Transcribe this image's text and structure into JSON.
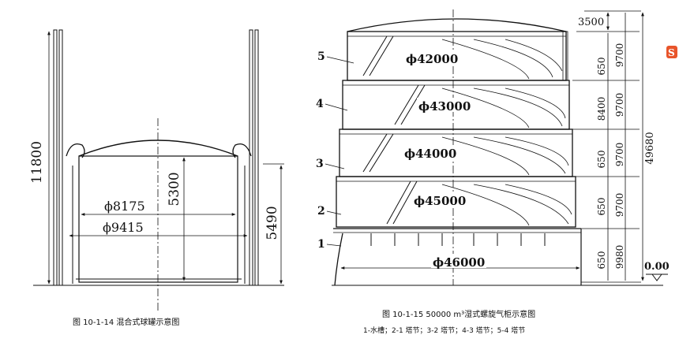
{
  "figure_left": {
    "dims": {
      "height_total": "11800",
      "height_dome": "5300",
      "height_right": "5490",
      "dia_inner": "ϕ8175",
      "dia_outer": "ϕ9415"
    },
    "caption": "图 10-1-14    混合式球罐示意图"
  },
  "figure_right": {
    "lift_numbers": [
      "5",
      "4",
      "3",
      "2",
      "1"
    ],
    "diameters": [
      "ϕ42000",
      "ϕ43000",
      "ϕ44000",
      "ϕ45000",
      "ϕ46000"
    ],
    "dims_col1": [
      "3500",
      "650",
      "8400",
      "650",
      "650",
      "650"
    ],
    "dims_col2": [
      "9700",
      "9700",
      "9700",
      "9700",
      "9980"
    ],
    "dim_total": "49680",
    "ground_level": "0.00",
    "caption_title": "图 10-1-15    50000 m³湿式螺旋气柜示意图",
    "caption_legend": "1-水槽；2-1 塔节；3-2 塔节；4-3 塔节；5-4 塔节"
  },
  "logo_glyph": "S",
  "colors": {
    "line": "#111111",
    "logo": "#e8542a"
  }
}
